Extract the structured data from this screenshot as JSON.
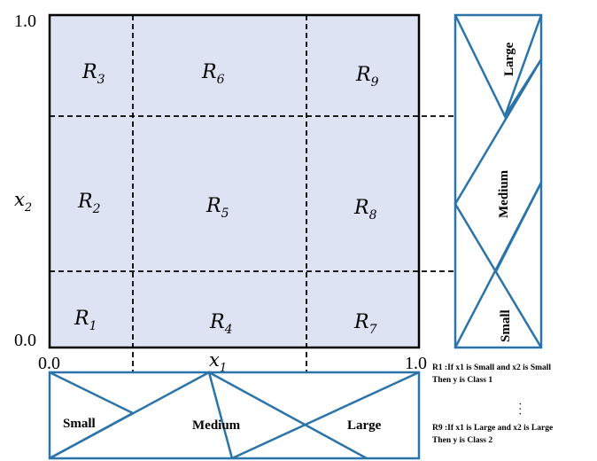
{
  "axes": {
    "x_label_base": "x",
    "x_label_sub": "1",
    "y_label_base": "x",
    "y_label_sub": "2",
    "x_min": "0.0",
    "x_max": "1.0",
    "y_min": "0.0",
    "y_max": "1.0"
  },
  "regions": [
    {
      "base": "R",
      "sub": "1"
    },
    {
      "base": "R",
      "sub": "2"
    },
    {
      "base": "R",
      "sub": "3"
    },
    {
      "base": "R",
      "sub": "4"
    },
    {
      "base": "R",
      "sub": "5"
    },
    {
      "base": "R",
      "sub": "6"
    },
    {
      "base": "R",
      "sub": "7"
    },
    {
      "base": "R",
      "sub": "8"
    },
    {
      "base": "R",
      "sub": "9"
    }
  ],
  "membership_x": [
    "Small",
    "Medium",
    "Large"
  ],
  "membership_y": [
    "Small",
    "Medium",
    "Large"
  ],
  "rules": {
    "rule1_line1": "R1 :If  x1 is  Small  and  x2 is  Small",
    "rule1_line2": "Then y is Class 1",
    "ellipsis": "· · ·",
    "rule9_line1": "R9 :If  x1 is  Large  and  x2 is  Large",
    "rule9_line2": "Then y is Class 2"
  },
  "colors": {
    "grid_fill": "#dde3f2",
    "frame": "#000000",
    "membership": "#2b74aa"
  }
}
